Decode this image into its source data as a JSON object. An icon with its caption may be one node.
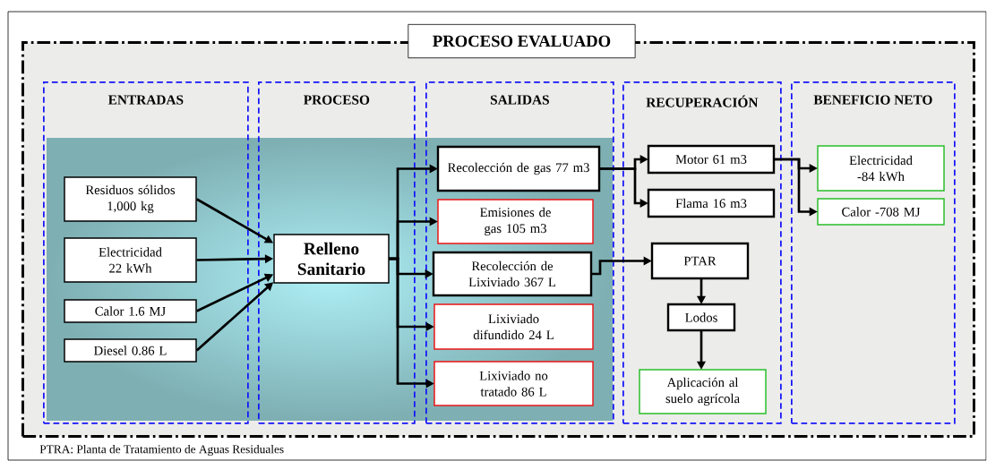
{
  "diagram": {
    "nodes": [
      {
        "text": [
          "PROCESO EVALUADO"
        ]
      },
      {
        "text": [
          "ENTRADAS"
        ],
        "in": 0
      },
      {
        "text": [
          "PROCESO"
        ],
        "in": 0
      },
      {
        "text": [
          "SALIDAS"
        ],
        "in": 0
      },
      {
        "text": [
          "RECUPERACIÓN"
        ],
        "in": 0
      },
      {
        "text": [
          "BENEFICIO NETO"
        ],
        "in": 0
      },
      {
        "text": [
          "Residuos sólidos 1,000 kg"
        ],
        "in": 1
      },
      {
        "text": [
          "Electricidad 22 kWh"
        ],
        "in": 1
      },
      {
        "text": [
          "Calor  1.6 MJ"
        ],
        "in": 1
      },
      {
        "text": [
          "Diesel  0.86  L"
        ],
        "in": 1
      },
      {
        "text": [
          "Relleno Sanitario"
        ],
        "in": 2
      },
      {
        "text": [
          "Recolección de gas 77 m3"
        ],
        "in": 3
      },
      {
        "text": [
          "Emisiones de gas 105 m3"
        ],
        "in": 3
      },
      {
        "text": [
          "Recolección de Lixiviado  367 L"
        ],
        "in": 3
      },
      {
        "text": [
          "Lixiviado difundido 24 L"
        ],
        "in": 3
      },
      {
        "text": [
          "Lixiviado no tratado 86 L"
        ],
        "in": 3
      },
      {
        "text": [
          "Motor  61  m3"
        ],
        "in": 4
      },
      {
        "text": [
          "Flama  16 m3"
        ],
        "in": 4
      },
      {
        "text": [
          "PTAR"
        ],
        "in": 4
      },
      {
        "text": [
          "Lodos"
        ],
        "in": 4
      },
      {
        "text": [
          "Aplicación al suelo agrícola"
        ],
        "in": 4
      },
      {
        "text": [
          "Electricidad -84 kWh"
        ],
        "in": 5
      },
      {
        "text": [
          "Calor -708 MJ"
        ],
        "in": 5
      }
    ],
    "edges": [
      {
        "from": 6,
        "to": 10,
        "arrow": "to"
      },
      {
        "from": 7,
        "to": 10,
        "arrow": "to"
      },
      {
        "from": 8,
        "to": 10,
        "arrow": "to"
      },
      {
        "from": 9,
        "to": 10,
        "arrow": "to"
      },
      {
        "from": 10,
        "to": 11,
        "arrow": "to"
      },
      {
        "from": 10,
        "to": 12,
        "arrow": "to"
      },
      {
        "from": 10,
        "to": 13,
        "arrow": "to"
      },
      {
        "from": 10,
        "to": 14,
        "arrow": "to"
      },
      {
        "from": 10,
        "to": 15,
        "arrow": "to"
      },
      {
        "from": 11,
        "to": 16,
        "arrow": "to"
      },
      {
        "from": 11,
        "to": 17,
        "arrow": "to"
      },
      {
        "from": 16,
        "to": 21,
        "arrow": "to"
      },
      {
        "from": 16,
        "to": 22,
        "arrow": "to"
      },
      {
        "from": 13,
        "to": 18,
        "arrow": "to"
      },
      {
        "from": 18,
        "to": 19,
        "arrow": "to"
      },
      {
        "from": 19,
        "to": 20,
        "arrow": "to"
      }
    ],
    "labels": [
      "PTRA: Planta de Tratamiento de Aguas Residuales"
    ]
  }
}
